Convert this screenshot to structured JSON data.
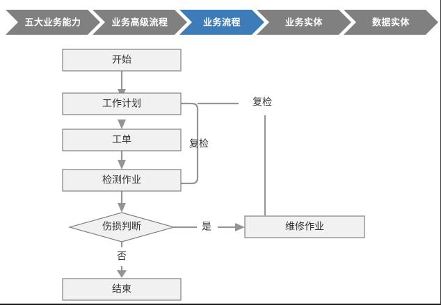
{
  "breadcrumb": {
    "active_index": 2,
    "colors": {
      "inactive": "#808080",
      "active": "#3d7cb8",
      "label": "#ffffff"
    },
    "items": [
      {
        "label": "五大业务能力",
        "state": "inactive"
      },
      {
        "label": "业务高级流程",
        "state": "inactive"
      },
      {
        "label": "业务流程",
        "state": "active"
      },
      {
        "label": "业务实体",
        "state": "inactive"
      },
      {
        "label": "数据实体",
        "state": "inactive"
      }
    ]
  },
  "flowchart": {
    "type": "flowchart",
    "colors": {
      "node_fill": "#f1f1f1",
      "node_stroke": "#808080",
      "edge": "#949494",
      "text": "#333333"
    },
    "nodes": [
      {
        "id": "start",
        "label": "开始",
        "shape": "rect"
      },
      {
        "id": "plan",
        "label": "工作计划",
        "shape": "rect"
      },
      {
        "id": "order",
        "label": "工单",
        "shape": "rect"
      },
      {
        "id": "inspect",
        "label": "检测作业",
        "shape": "rect"
      },
      {
        "id": "decide",
        "label": "伤损判断",
        "shape": "diamond"
      },
      {
        "id": "repair",
        "label": "维修作业",
        "shape": "rect"
      },
      {
        "id": "end",
        "label": "结束",
        "shape": "rect"
      }
    ],
    "edges": [
      {
        "from": "start",
        "to": "plan",
        "label": ""
      },
      {
        "from": "plan",
        "to": "order",
        "label": ""
      },
      {
        "from": "order",
        "to": "inspect",
        "label": ""
      },
      {
        "from": "inspect",
        "to": "decide",
        "label": ""
      },
      {
        "from": "inspect",
        "to": "plan",
        "label": "复检"
      },
      {
        "from": "repair",
        "to": "plan",
        "label": "复检"
      },
      {
        "from": "decide",
        "to": "repair",
        "label": "是"
      },
      {
        "from": "decide",
        "to": "end",
        "label": "否"
      }
    ],
    "edge_labels": {
      "loop_inner": "复检",
      "loop_outer": "复检",
      "yes": "是",
      "no": "否"
    }
  }
}
